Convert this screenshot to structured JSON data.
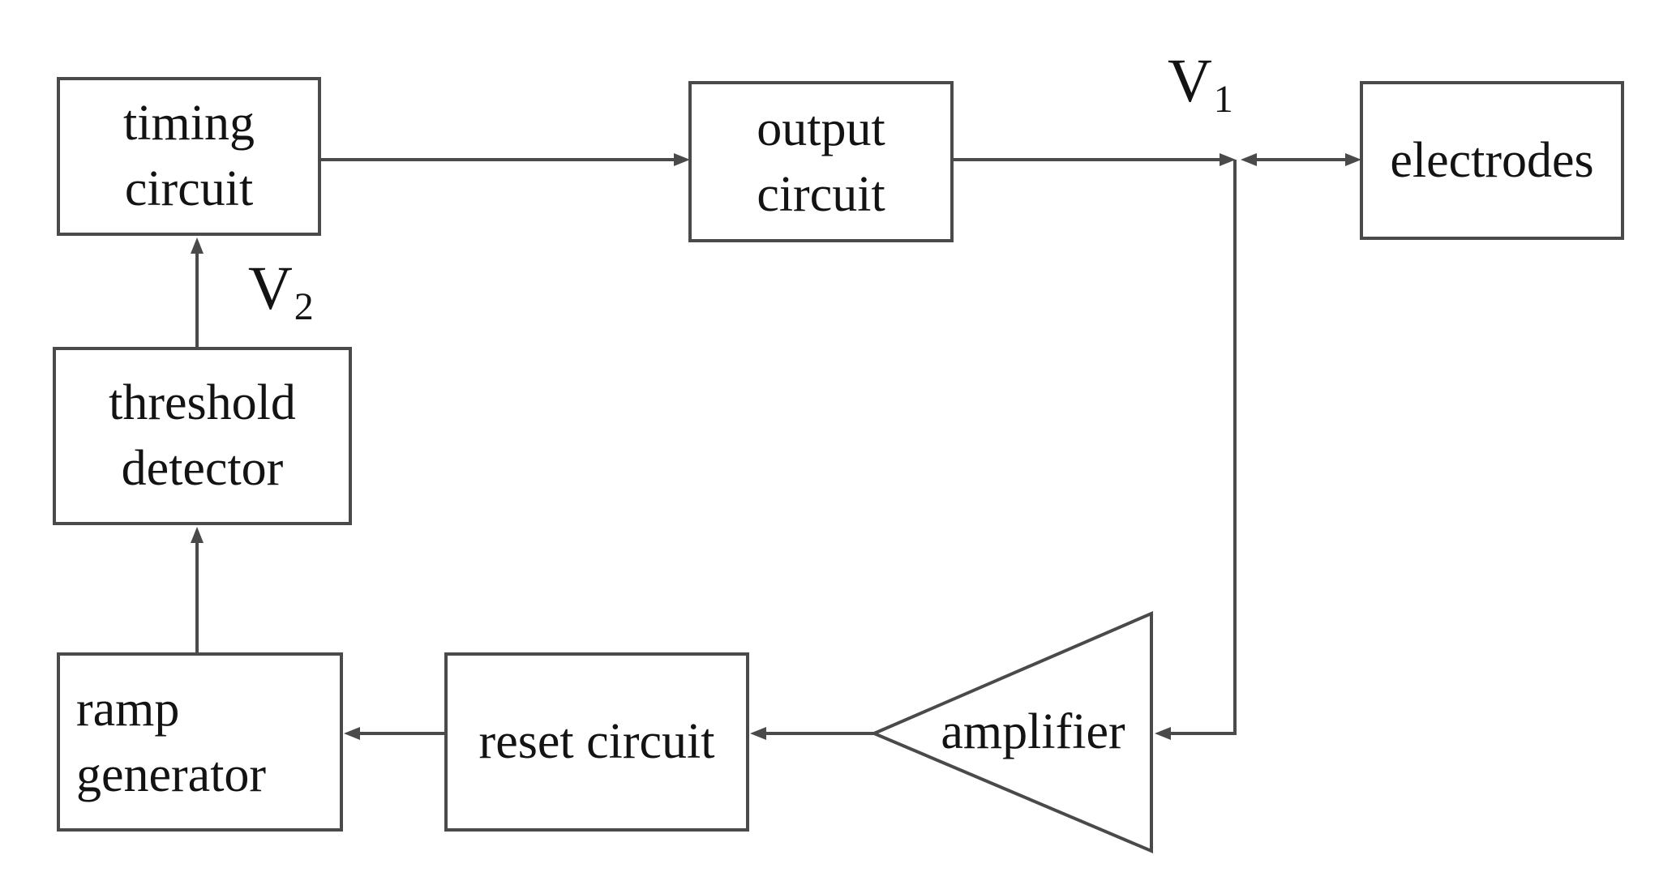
{
  "nodes": {
    "timing_circuit": {
      "line1": "timing",
      "line2": "circuit"
    },
    "output_circuit": {
      "line1": "output",
      "line2": "circuit"
    },
    "electrodes": {
      "label": "electrodes"
    },
    "threshold_detector": {
      "line1": "threshold",
      "line2": "detector"
    },
    "ramp_generator": {
      "line1": "ramp",
      "line2": "generator"
    },
    "reset_circuit": {
      "label": "reset circuit"
    },
    "amplifier": {
      "label": "amplifier"
    }
  },
  "voltage_labels": {
    "v1": {
      "base": "V",
      "sub": "1"
    },
    "v2": {
      "base": "V",
      "sub": "2"
    }
  },
  "connections": [
    {
      "from": "timing_circuit",
      "to": "output_circuit",
      "arrow": "right"
    },
    {
      "from": "output_circuit",
      "to": "v1_junction",
      "arrow": "right"
    },
    {
      "from": "electrodes",
      "to": "v1_junction",
      "arrow": "left"
    },
    {
      "from": "v1_junction",
      "to": "electrodes",
      "arrow": "right"
    },
    {
      "from": "v1_junction",
      "to": "amplifier",
      "arrow": "left-into-base"
    },
    {
      "from": "amplifier",
      "to": "reset_circuit",
      "arrow": "left"
    },
    {
      "from": "reset_circuit",
      "to": "ramp_generator",
      "arrow": "left"
    },
    {
      "from": "ramp_generator",
      "to": "threshold_detector",
      "arrow": "up"
    },
    {
      "from": "threshold_detector",
      "to": "timing_circuit",
      "arrow": "up",
      "signal": "V2"
    }
  ],
  "colors": {
    "background": "#ffffff",
    "stroke": "#4a4a4a",
    "text": "#131313"
  }
}
